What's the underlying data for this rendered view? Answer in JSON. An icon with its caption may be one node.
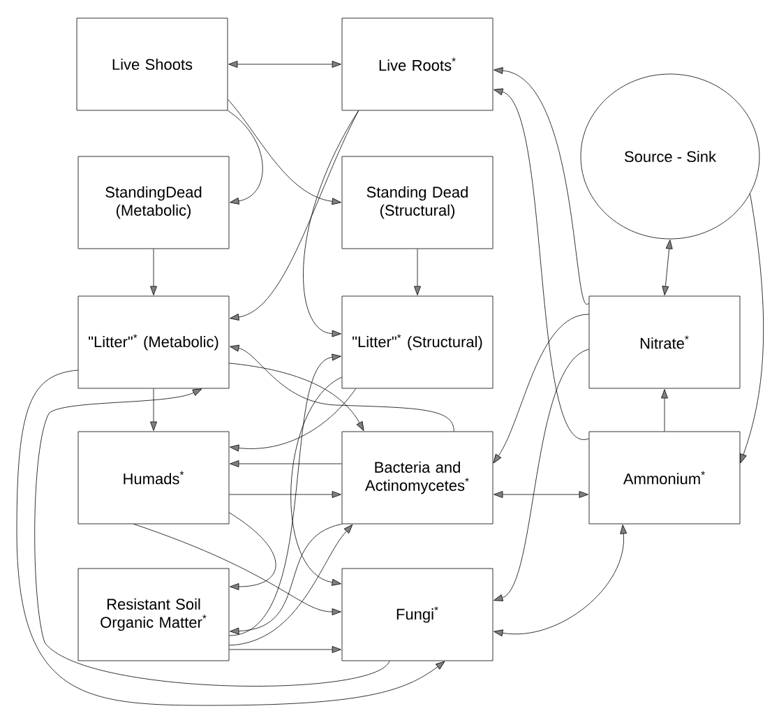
{
  "diagram": {
    "nodes": [
      {
        "text": [
          "Live Shoots"
        ]
      },
      {
        "text": [
          "Live Roots$^{*}$"
        ]
      },
      {
        "text": [
          "StandingDead (Metabolic)"
        ]
      },
      {
        "text": [
          "Standing Dead (Structural)"
        ]
      },
      {
        "text": [
          "\"Litter\"$^{*}$ (Metabolic)"
        ]
      },
      {
        "text": [
          "\"Litter\"$^{*}$ (Structural)"
        ]
      },
      {
        "text": [
          "Humads$^{*}$"
        ]
      },
      {
        "text": [
          "Bacteria and Actinomycetes$^{*}$"
        ]
      },
      {
        "text": [
          "Resistant Soil Organic Matter$^{*}$"
        ]
      },
      {
        "text": [
          "Fungi$^{*}$"
        ]
      },
      {
        "text": [
          "Source - Sink"
        ]
      },
      {
        "text": [
          "Nitrate$^{*}$"
        ]
      },
      {
        "text": [
          "Ammonium$^{*}$"
        ]
      }
    ],
    "edges": [
      {
        "from": 0,
        "to": 1,
        "arrow": "both"
      },
      {
        "from": 0,
        "to": 2,
        "arrow": "to"
      },
      {
        "from": 0,
        "to": 3,
        "arrow": "to"
      },
      {
        "from": 1,
        "to": 4,
        "arrow": "to"
      },
      {
        "from": 1,
        "to": 5,
        "arrow": "to"
      },
      {
        "from": 2,
        "to": 4,
        "arrow": "to"
      },
      {
        "from": 3,
        "to": 5,
        "arrow": "to"
      },
      {
        "from": 4,
        "to": 6,
        "arrow": "to"
      },
      {
        "from": 4,
        "to": 7,
        "arrow": "to"
      },
      {
        "from": 7,
        "to": 4,
        "arrow": "to"
      },
      {
        "from": 4,
        "to": 9,
        "arrow": "to"
      },
      {
        "from": 9,
        "to": 4,
        "arrow": "to"
      },
      {
        "from": 5,
        "to": 6,
        "arrow": "to"
      },
      {
        "from": 8,
        "to": 5,
        "arrow": "to"
      },
      {
        "from": 5,
        "to": 9,
        "arrow": "to"
      },
      {
        "from": 7,
        "to": 6,
        "arrow": "to"
      },
      {
        "from": 6,
        "to": 7,
        "arrow": "to"
      },
      {
        "from": 6,
        "to": 9,
        "arrow": "to"
      },
      {
        "from": 6,
        "to": 8,
        "arrow": "to"
      },
      {
        "from": 7,
        "to": 8,
        "arrow": "to"
      },
      {
        "from": 8,
        "to": 7,
        "arrow": "to"
      },
      {
        "from": 8,
        "to": 9,
        "arrow": "to"
      },
      {
        "from": 7,
        "to": 12,
        "arrow": "both"
      },
      {
        "from": 11,
        "to": 7,
        "arrow": "to"
      },
      {
        "from": 11,
        "to": 9,
        "arrow": "to"
      },
      {
        "from": 12,
        "to": 9,
        "arrow": "both"
      },
      {
        "from": 11,
        "to": 1,
        "arrow": "to"
      },
      {
        "from": 12,
        "to": 1,
        "arrow": "to"
      },
      {
        "from": 10,
        "to": 11,
        "arrow": "both"
      },
      {
        "from": 10,
        "to": 12,
        "arrow": "to"
      },
      {
        "from": 12,
        "to": 11,
        "arrow": "to"
      }
    ]
  }
}
